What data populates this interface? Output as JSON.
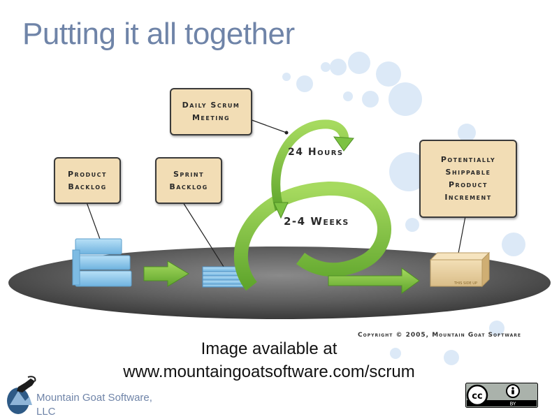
{
  "slide": {
    "title": "Putting it all together"
  },
  "diagram": {
    "boxes": {
      "daily_scrum": [
        "Daily Scrum",
        "Meeting"
      ],
      "product_backlog": [
        "Product",
        "Backlog"
      ],
      "sprint_backlog": [
        "Sprint",
        "Backlog"
      ],
      "increment": [
        "Potentially",
        "Shippable",
        "Product",
        "Increment"
      ]
    },
    "cycle_labels": {
      "daily": "24 Hours",
      "sprint": "2-4 Weeks"
    },
    "box_label": "THIS SIDE UP",
    "copyright": "Copyright © 2005, Mountain Goat Software"
  },
  "caption": {
    "line1": "Image available at",
    "line2": "www.mountaingoatsoftware.com/scrum"
  },
  "footer": {
    "company_line1": "Mountain Goat Software,",
    "company_line2": "LLC",
    "license": {
      "cc": "cc",
      "by": "BY"
    }
  },
  "colors": {
    "title": "#6f84a8",
    "box_fill": "#f2ddb5",
    "arrow_green": "#7cc242",
    "backlog_blue": "#8fc9ee",
    "bubble": "#dce9f7",
    "platform": "#5a5a5a"
  }
}
